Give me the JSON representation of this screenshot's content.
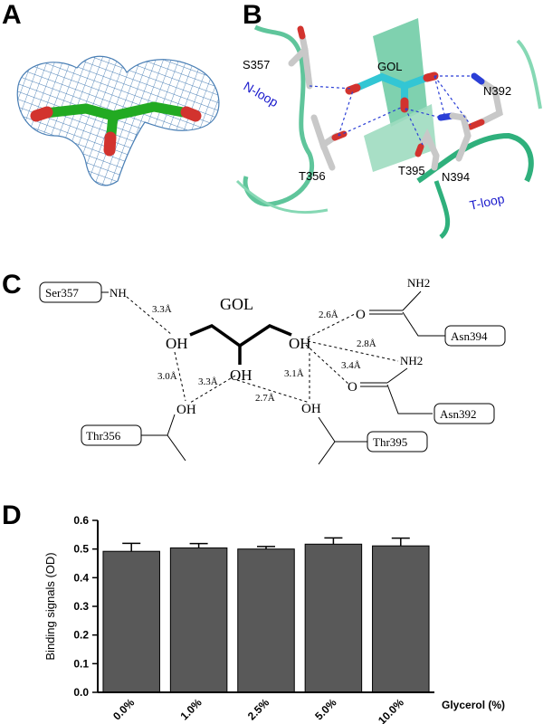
{
  "panels": {
    "a": {
      "letter": "A"
    },
    "b": {
      "letter": "B",
      "ligand": "GOL",
      "residues": [
        "S357",
        "T356",
        "N392",
        "T395",
        "N394"
      ],
      "loops": [
        "N-loop",
        "T-loop"
      ],
      "colors": {
        "ribbon": "#2fb07c",
        "ribbon_light": "#86d8b4",
        "ligand": "#33c6d4",
        "stick": "#c8c8c8",
        "oxygen": "#d2332e",
        "nitrogen": "#2b3fd6",
        "loop_text": "#1a1acc"
      }
    },
    "c": {
      "letter": "C",
      "ligand": "GOL",
      "residues": {
        "ser357": "Ser357",
        "thr356": "Thr356",
        "asn394": "Asn394",
        "asn392": "Asn392",
        "thr395": "Thr395"
      },
      "groups": {
        "nh": "NH",
        "oh": "OH",
        "o": "O",
        "nh2": "NH2"
      },
      "distances": {
        "d1": "3.3Å",
        "d2": "3.0Å",
        "d3": "3.3Å",
        "d4": "2.7Å",
        "d5": "3.1Å",
        "d6": "2.6Å",
        "d7": "2.8Å",
        "d8": "3.4Å"
      }
    },
    "d": {
      "letter": "D"
    }
  },
  "chart_data": {
    "type": "bar",
    "categories": [
      "0.0%",
      "1.0%",
      "2.5%",
      "5.0%",
      "10.0%"
    ],
    "values": [
      0.492,
      0.504,
      0.5,
      0.517,
      0.511
    ],
    "errors": [
      0.028,
      0.015,
      0.009,
      0.022,
      0.027
    ],
    "xlabel": "Glycerol (%)",
    "ylabel": "Binding signals (OD)",
    "ylim": [
      0.0,
      0.6
    ],
    "yticks": [
      "0.0",
      "0.1",
      "0.2",
      "0.3",
      "0.4",
      "0.5",
      "0.6"
    ],
    "bar_color": "#595959",
    "grid": false
  }
}
